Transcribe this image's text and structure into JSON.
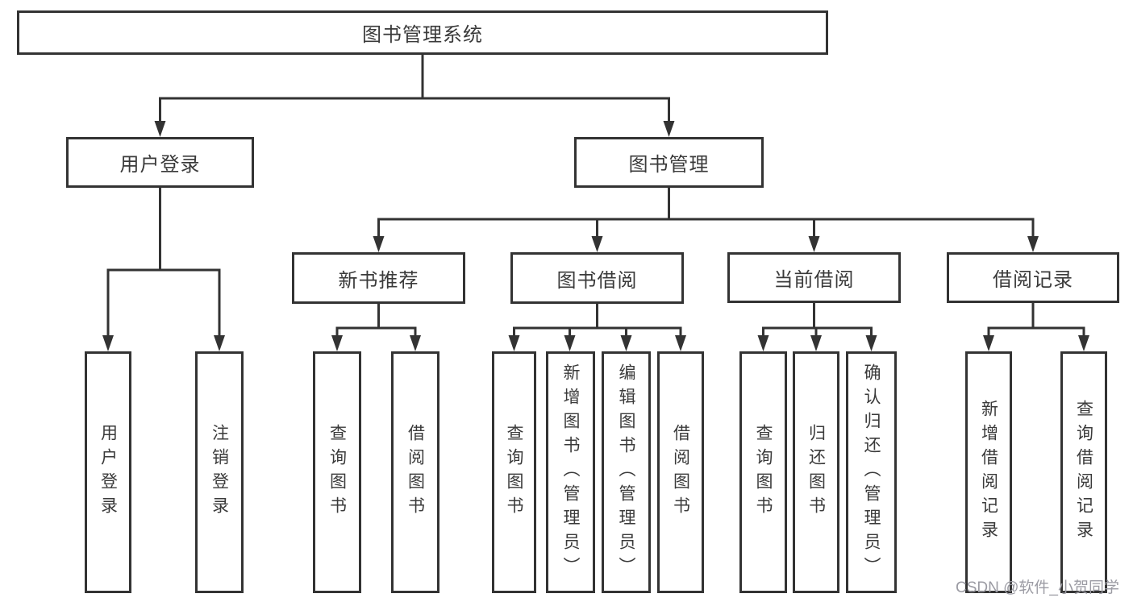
{
  "diagram": {
    "title": "图书管理系统",
    "children": [
      {
        "label": "用户登录",
        "children": [
          {
            "label": "用户登录"
          },
          {
            "label": "注销登录"
          }
        ]
      },
      {
        "label": "图书管理",
        "children": [
          {
            "label": "新书推荐",
            "children": [
              {
                "label": "查询图书"
              },
              {
                "label": "借阅图书"
              }
            ]
          },
          {
            "label": "图书借阅",
            "children": [
              {
                "label": "查询图书"
              },
              {
                "label": "新增图书（管理员）"
              },
              {
                "label": "编辑图书（管理员）"
              },
              {
                "label": "借阅图书"
              }
            ]
          },
          {
            "label": "当前借阅",
            "children": [
              {
                "label": "查询图书"
              },
              {
                "label": "归还图书"
              },
              {
                "label": "确认归还（管理员）"
              }
            ]
          },
          {
            "label": "借阅记录",
            "children": [
              {
                "label": "新增借阅记录"
              },
              {
                "label": "查询借阅记录"
              }
            ]
          }
        ]
      }
    ]
  },
  "watermark": {
    "text": "CSDN @软件_小贺同学"
  },
  "colors": {
    "line": "#333333",
    "text": "#3a3a3a",
    "box_background": "#ffffff",
    "page_background": "#ffffff",
    "watermark": "#9b9ba3"
  }
}
